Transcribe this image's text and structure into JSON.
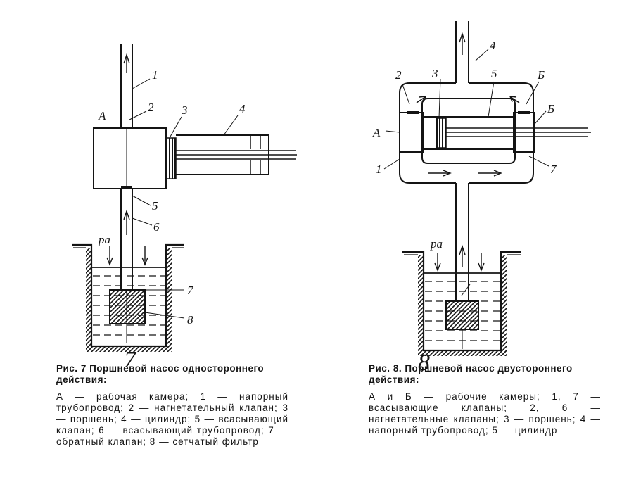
{
  "fig1": {
    "figure_number": "7",
    "labels": {
      "A": "А",
      "n1": "1",
      "n2": "2",
      "n3": "3",
      "n4": "4",
      "n5": "5",
      "n6": "6",
      "n7": "7",
      "n8": "8",
      "pa": "pа"
    },
    "caption_title": "Рис. 7 Поршневой насос одностороннего действия:",
    "caption_body": "А — рабочая камера; 1 — напорный трубопровод; 2 — нагнетательный клапан; 3 — поршень; 4 — цилиндр; 5 — всасывающий клапан; 6 — всасывающий трубопровод; 7 — обратный клапан; 8 — сетчатый фильтр"
  },
  "fig2": {
    "figure_number": "8",
    "labels": {
      "A": "А",
      "B_top": "Б",
      "B_right": "Б",
      "n1": "1",
      "n2": "2",
      "n3": "3",
      "n4": "4",
      "n5": "5",
      "n7": "7",
      "pa": "pа"
    },
    "caption_title": "Рис. 8. Поршневой насос двустороннего действия:",
    "caption_body": "А и Б — рабочие камеры; 1, 7 — всасывающие клапаны; 2, 6 — нагнетательные клапаны; 3 — поршень; 4 — напорный трубопровод; 5 — цилиндр"
  }
}
